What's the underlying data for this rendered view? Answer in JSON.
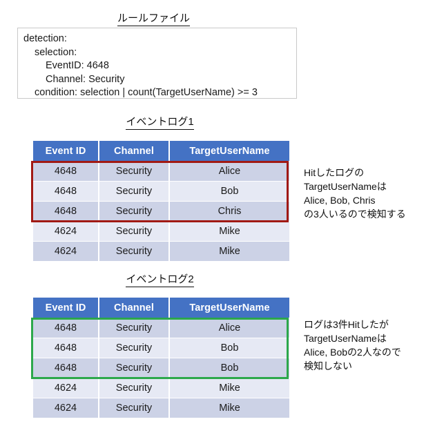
{
  "rule_section": {
    "title": "ルールファイル",
    "lines": [
      {
        "text": "detection:",
        "indent": 0
      },
      {
        "text": "selection:",
        "indent": 1
      },
      {
        "text": "EventID: 4648",
        "indent": 2
      },
      {
        "text": "Channel: Security",
        "indent": 2
      },
      {
        "text": "condition: selection | count(TargetUserName) >= 3",
        "indent": 1
      }
    ]
  },
  "log1": {
    "title": "イベントログ1",
    "columns": [
      "Event ID",
      "Channel",
      "TargetUserName"
    ],
    "rows": [
      [
        "4648",
        "Security",
        "Alice"
      ],
      [
        "4648",
        "Security",
        "Bob"
      ],
      [
        "4648",
        "Security",
        "Chris"
      ],
      [
        "4624",
        "Security",
        "Mike"
      ],
      [
        "4624",
        "Security",
        "Mike"
      ]
    ],
    "highlight": {
      "color": "#a11914",
      "rows": 3
    },
    "note": [
      "Hitしたログの",
      "TargetUserNameは",
      "Alice, Bob, Chris",
      "の3人いるので検知する"
    ]
  },
  "log2": {
    "title": "イベントログ2",
    "columns": [
      "Event ID",
      "Channel",
      "TargetUserName"
    ],
    "rows": [
      [
        "4648",
        "Security",
        "Alice"
      ],
      [
        "4648",
        "Security",
        "Bob"
      ],
      [
        "4648",
        "Security",
        "Bob"
      ],
      [
        "4624",
        "Security",
        "Mike"
      ],
      [
        "4624",
        "Security",
        "Mike"
      ]
    ],
    "highlight": {
      "color": "#2ca84b",
      "rows": 3
    },
    "note": [
      "ログは3件Hitしたが",
      "TargetUserNameは",
      "Alice, Bobの2人なので",
      "検知しない"
    ]
  },
  "colors": {
    "header_blue": "#4472c4",
    "row_dark": "#ccd2e6",
    "row_light": "#e6e9f4",
    "highlight_red": "#a11914",
    "highlight_green": "#2ca84b"
  }
}
